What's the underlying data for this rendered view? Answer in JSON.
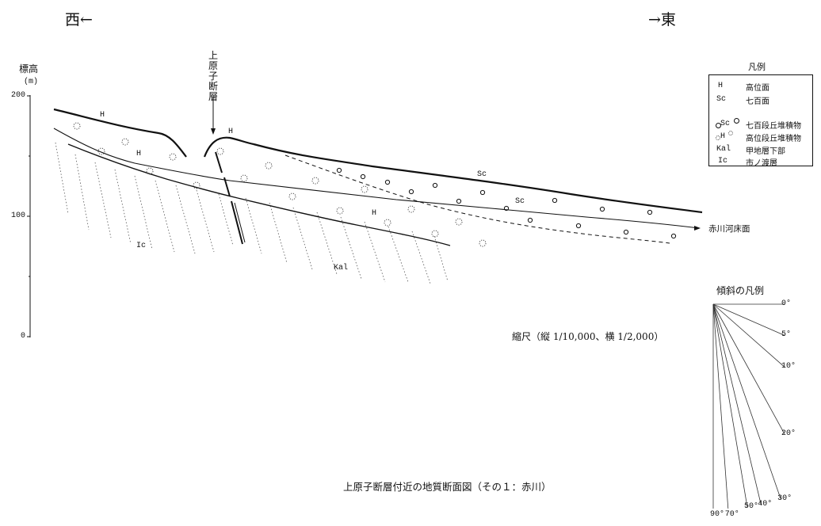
{
  "header": {
    "west": "西←",
    "east": "→東"
  },
  "y_axis": {
    "label_line1": "標高",
    "label_line2": "(m)",
    "ticks": [
      "200",
      "100",
      "0"
    ]
  },
  "fault": {
    "name": "上原子断層"
  },
  "units": {
    "H_upper_left": "H",
    "H_mid_left": "H",
    "H_fault": "H",
    "H_lower": "H",
    "Sc_upper": "Sc",
    "Sc_lower": "Sc",
    "Ic": "Ic",
    "Kal": "Kal"
  },
  "river": {
    "label": "赤川河床面"
  },
  "scale": {
    "text": "縮尺（縦 1/10,000、横 1/2,000）"
  },
  "caption": {
    "text": "上原子断層付近の地質断面図（その１：赤川）"
  },
  "legend": {
    "title": "凡例",
    "items": [
      {
        "code": "H",
        "text": "高位面"
      },
      {
        "code": "Sc",
        "text": "七百面"
      },
      {
        "code": "Sc",
        "text": "七百段丘堆積物"
      },
      {
        "code": "H",
        "text": "高位段丘堆積物"
      },
      {
        "code": "Kal",
        "text": "甲地層下部"
      },
      {
        "code": "Ic",
        "text": "市ノ渡層"
      }
    ]
  },
  "slope_legend": {
    "title": "傾斜の凡例",
    "angles": [
      {
        "value": 0,
        "label": "0°"
      },
      {
        "value": 5,
        "label": "5°"
      },
      {
        "value": 10,
        "label": "10°"
      },
      {
        "value": 20,
        "label": "20°"
      },
      {
        "value": 30,
        "label": "30°"
      },
      {
        "value": 40,
        "label": "40°"
      },
      {
        "value": 50,
        "label": "50°"
      },
      {
        "value": 70,
        "label": "70°"
      },
      {
        "value": 90,
        "label": "90°"
      }
    ]
  },
  "colors": {
    "ink": "#111111",
    "paper": "#ffffff"
  }
}
